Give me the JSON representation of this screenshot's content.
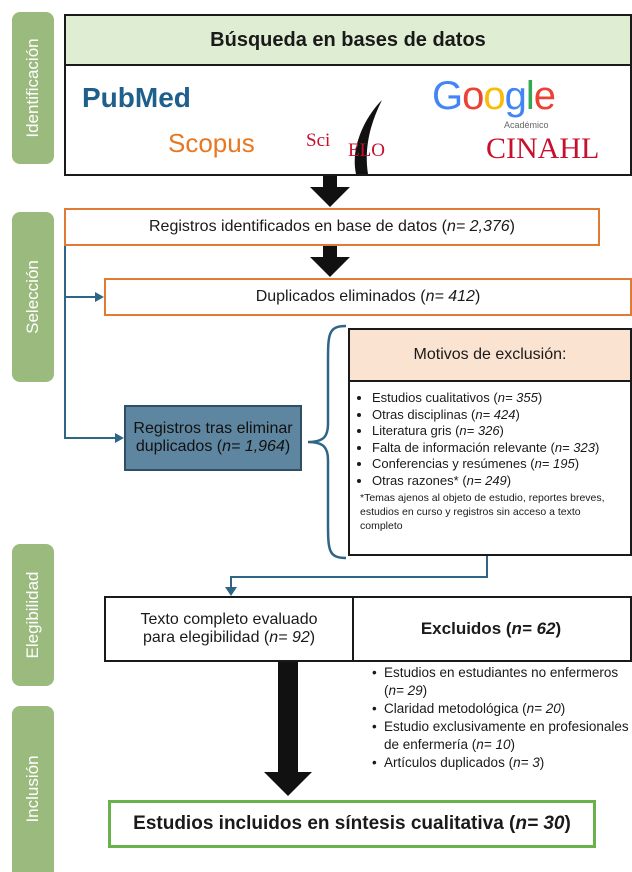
{
  "phases": {
    "identificacion": "Identificación",
    "seleccion": "Selección",
    "elegibilidad": "Elegibilidad",
    "inclusion": "Inclusión"
  },
  "search": {
    "title": "Búsqueda en bases de datos",
    "logos": {
      "pubmed": "PubMed",
      "scopus": "Scopus",
      "scielo_prefix": "Sci",
      "scielo_suffix": "ELO",
      "google": [
        "G",
        "o",
        "o",
        "g",
        "l",
        "e"
      ],
      "google_sub": "Académico",
      "cinahl": "CINAHL"
    }
  },
  "colors": {
    "phase_green": "#9bbb7e",
    "header_green": "#dfeed2",
    "orange": "#e07a35",
    "blue_box": "#5f86a0",
    "motivos_head": "#fbe3d1",
    "final_border": "#6ab04c",
    "google": [
      "#4285F4",
      "#EA4335",
      "#FBBC05",
      "#4285F4",
      "#34A853",
      "#EA4335"
    ]
  },
  "identified": {
    "text": "Registros identificados  en base de datos (",
    "n_label": "n= 2,376",
    "close": ")"
  },
  "duplicates": {
    "text": "Duplicados eliminados  (",
    "n_label": "n= 412",
    "close": ")"
  },
  "after_dupes": {
    "line1": "Registros tras eliminar",
    "line2": "duplicados  (",
    "n_label": "n= 1,964",
    "close": ")"
  },
  "exclusion_reasons": {
    "title": "Motivos de exclusión:",
    "items": [
      {
        "label": "Estudios cualitativos (",
        "n": "n= 355",
        "close": ")"
      },
      {
        "label": "Otras disciplinas (",
        "n": "n= 424",
        "close": ")"
      },
      {
        "label": "Literatura gris (",
        "n": "n= 326",
        "close": ")"
      },
      {
        "label": "Falta de información relevante (",
        "n": "n= 323",
        "close": ")"
      },
      {
        "label": "Conferencias y resúmenes (",
        "n": "n= 195",
        "close": ")"
      },
      {
        "label": "Otras razones* (",
        "n": "n= 249",
        "close": ")"
      }
    ],
    "note": "*Temas ajenos al objeto de estudio, reportes breves, estudios en curso y registros sin acceso a texto completo"
  },
  "fulltext": {
    "line1": "Texto completo evaluado",
    "line2": "para elegibilidad  (",
    "n_label": "n= 92",
    "close": ")"
  },
  "excluded": {
    "title": "Excluidos (",
    "n_label": "n= 62",
    "close": ")",
    "items": [
      {
        "label": "Estudios en estudiantes no enfermeros (",
        "n": "n= 29",
        "close": ")"
      },
      {
        "label": "Claridad metodológica (",
        "n": "n= 20",
        "close": ")"
      },
      {
        "label": "Estudio exclusivamente en profesionales de enfermería (",
        "n": "n= 10",
        "close": ")"
      },
      {
        "label": "Artículos duplicados (",
        "n": "n= 3",
        "close": ")"
      }
    ]
  },
  "included": {
    "text": "Estudios incluidos en síntesis cualitativa (",
    "n_label": "n= 30",
    "close": ")"
  }
}
